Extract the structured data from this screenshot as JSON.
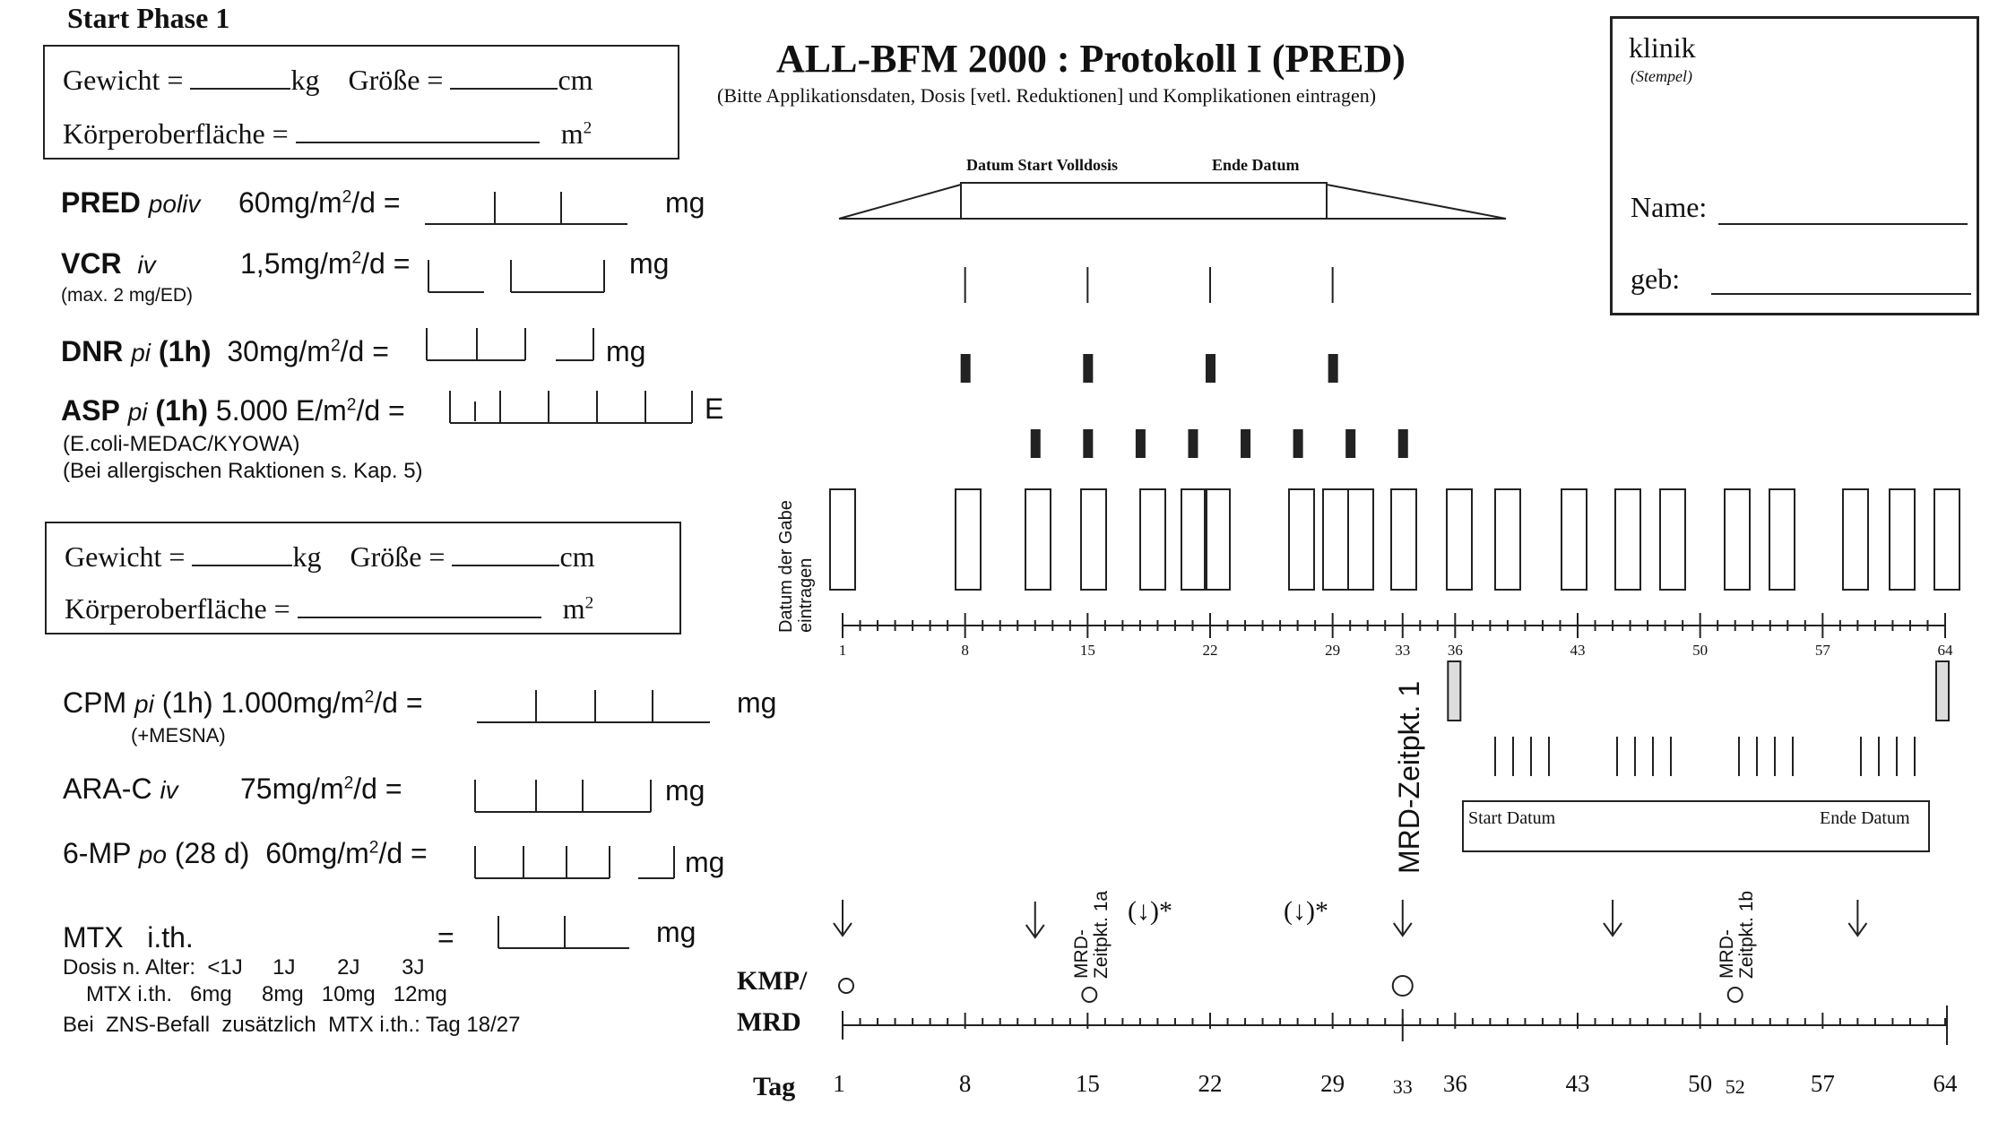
{
  "phase_title": "Start Phase  1",
  "form_title": "ALL-BFM 2000 : Protokoll  I (PRED)",
  "form_subtitle": "(Bitte Applikationsdaten, Dosis [vetl. Reduktionen] und Komplikationen eintragen)",
  "stamp": {
    "clinic": "klinik",
    "stamp_hint": "(Stempel)",
    "name_label": "Name:",
    "dob_label": "geb:"
  },
  "body_box": {
    "weight_label": "Gewicht =",
    "weight_unit": "kg",
    "height_label": "Größe =",
    "height_unit": "cm",
    "bsa_label": "Körperoberfläche =",
    "bsa_unit": "m",
    "bsa_sup": "2"
  },
  "drugs": {
    "pred": {
      "name": "PRED",
      "route": "poliv",
      "dose": "60mg/m",
      "dose_sup": "2",
      "dose_tail": "/d =",
      "unit": "mg"
    },
    "vcr": {
      "name": "VCR",
      "route": "iv",
      "note": "(max. 2 mg/ED)",
      "dose": "1,5mg/m",
      "dose_sup": "2",
      "dose_tail": "/d =",
      "unit": "mg"
    },
    "dnr": {
      "name": "DNR",
      "route": "pi",
      "route_tail": "(1h)",
      "dose": "30mg/m",
      "dose_sup": "2",
      "dose_tail": "/d =",
      "unit": "mg"
    },
    "asp": {
      "name": "ASP",
      "route": "pi",
      "route_tail": "(1h)",
      "dose": "5.000 E/m",
      "dose_sup": "2",
      "dose_tail": "/d =",
      "unit": "E",
      "note1": "(E.coli-MEDAC/KYOWA)",
      "note2": "(Bei allergischen Raktionen s. Kap. 5)"
    },
    "cpm": {
      "name": "CPM",
      "route": "pi",
      "route_tail": "(1h) 1.000mg/m",
      "dose_sup": "2",
      "dose_tail": "/d =",
      "unit": "mg",
      "note": "(+MESNA)"
    },
    "arac": {
      "name": "ARA-C",
      "route": "iv",
      "dose": "75mg/m",
      "dose_sup": "2",
      "dose_tail": "/d =",
      "unit": "mg"
    },
    "mp": {
      "name": "6-MP",
      "route": "po",
      "route_tail": "(28 d)",
      "dose": "60mg/m",
      "dose_sup": "2",
      "dose_tail": "/d =",
      "unit": "mg"
    },
    "mtx": {
      "name": "MTX",
      "route": "i.th.",
      "eq": "=",
      "unit": "mg",
      "age_line": "Dosis n. Alter:  <1J     1J       2J       3J",
      "dose_line": "MTX i.th.   6mg     8mg   10mg   12mg",
      "cns_line": "Bei  ZNS-Befall  zusätzlich  MTX i.th.: Tag 18/27"
    }
  },
  "timeline": {
    "pred_header_start": "Datum Start Volldosis",
    "pred_header_end": "Ende Datum",
    "date_label": "Datum der Gabe eintragen",
    "axis_ticks": [
      "1",
      "8",
      "15",
      "22",
      "29",
      "33",
      "36",
      "43",
      "50",
      "57",
      "64"
    ],
    "mrd1_label": "MRD-Zeitpkt. 1",
    "mrd1a_label": "MRD-Zeitpkt. 1a",
    "mrd1b_label": "MRD-Zeitpkt. 1b",
    "start_datum": "Start Datum",
    "ende_datum": "Ende Datum",
    "optional_mark": "(↓)*",
    "kmp_label": "KMP/",
    "mrd_label": "MRD",
    "tag_label": "Tag",
    "tag_ticks": [
      "1",
      "8",
      "15",
      "22",
      "29",
      "33",
      "36",
      "43",
      "50",
      "52",
      "57",
      "64"
    ]
  }
}
